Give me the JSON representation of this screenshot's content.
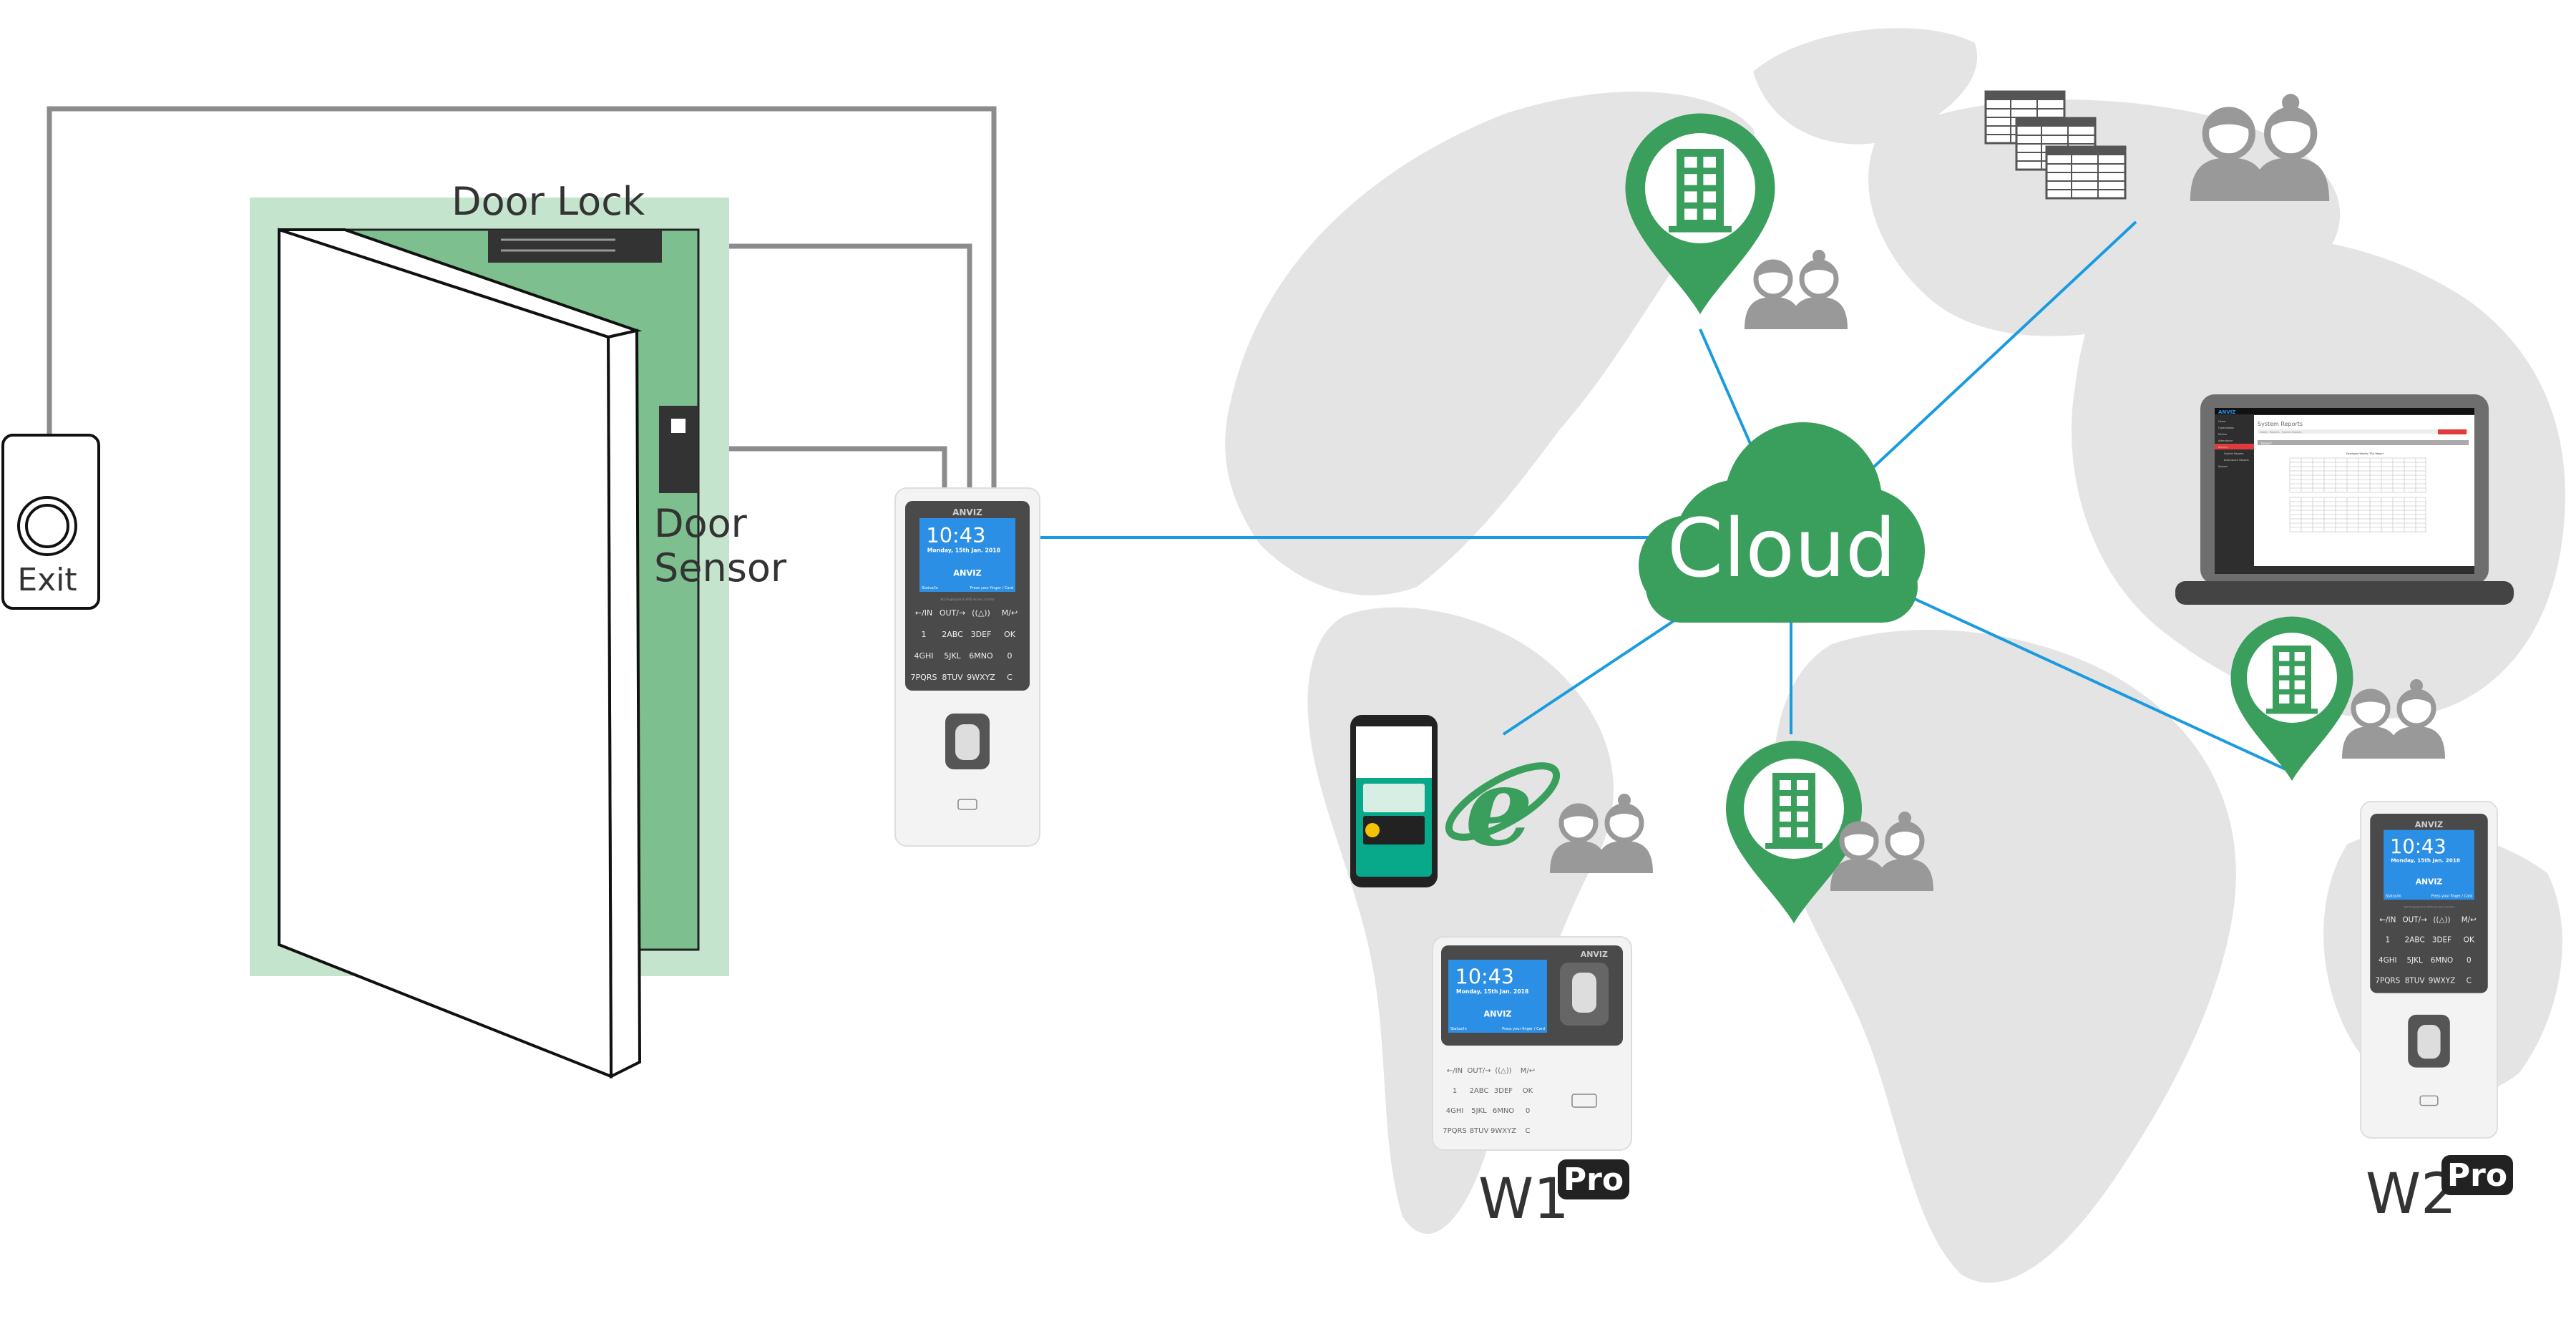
{
  "labels": {
    "exit": "Exit",
    "door_lock": "Door Lock",
    "door_sensor_line1": "Door",
    "door_sensor_line2": "Sensor",
    "cloud": "Cloud",
    "w1_model": "W1",
    "w2_model": "W2",
    "pro_badge": "Pro"
  },
  "device": {
    "brand": "ANVIZ",
    "time": "10:43",
    "date": "Monday, 15th Jan. 2018",
    "status": "Status/In",
    "prompt": "Press your finger / Card",
    "caption": "W2 Fingerprint & RFID Access Control",
    "keys": [
      "←/IN",
      "OUT/→",
      "((△))",
      "M/↩",
      "1",
      "2ABC",
      "3DEF",
      "OK",
      "4GHI",
      "5JKL",
      "6MNO",
      "0",
      "7PQRS",
      "8TUV",
      "9WXYZ",
      "C"
    ]
  },
  "laptop": {
    "brand": "ANVIZ",
    "page_title": "System Reports",
    "breadcrumb": "Home › Reports › System Reports",
    "panel_title": "Report",
    "report_title": "Employee Weekly T&A Report",
    "sidebar": [
      "Home",
      "Organization",
      "Device",
      "Attendance",
      "Reports",
      "System Reports",
      "Attendance Reports",
      "System"
    ]
  },
  "colors": {
    "accent_green": "#3a9e5c",
    "door_frame_light": "#c5e4cd",
    "door_frame_dark": "#7dbf8e",
    "link_blue": "#1a9be0",
    "wire_gray": "#8c8c8c",
    "map_gray": "#e4e4e4",
    "screen_blue": "#2c8fe6"
  }
}
